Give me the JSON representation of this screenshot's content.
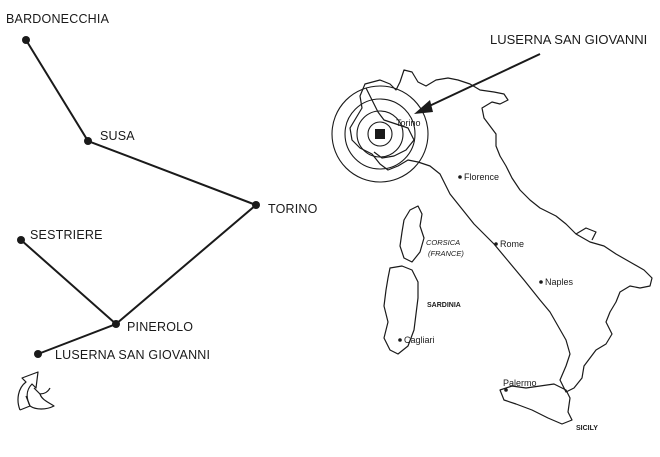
{
  "route_map": {
    "towns": {
      "bardonecchia": "BARDONECCHIA",
      "susa": "SUSA",
      "torino": "TORINO",
      "sestriere": "SESTRIERE",
      "pinerolo": "PINEROLO",
      "luserna": "LUSERNA SAN GIOVANNI"
    }
  },
  "italy_map": {
    "callout": "LUSERNA SAN GIOVANNI",
    "cities": {
      "torino": "Torino",
      "florence": "Florence",
      "rome": "Rome",
      "naples": "Naples",
      "cagliari": "Cagliari",
      "palermo": "Palermo"
    },
    "regions": {
      "corsica": "CORSICA",
      "france": "(FRANCE)",
      "sardinia": "SARDINIA",
      "sicily": "SICILY"
    }
  },
  "icons": {
    "compass": "north-arrow-icon",
    "target": "target-marker-icon"
  },
  "colors": {
    "ink": "#1a1a1a",
    "paper": "#ffffff"
  }
}
